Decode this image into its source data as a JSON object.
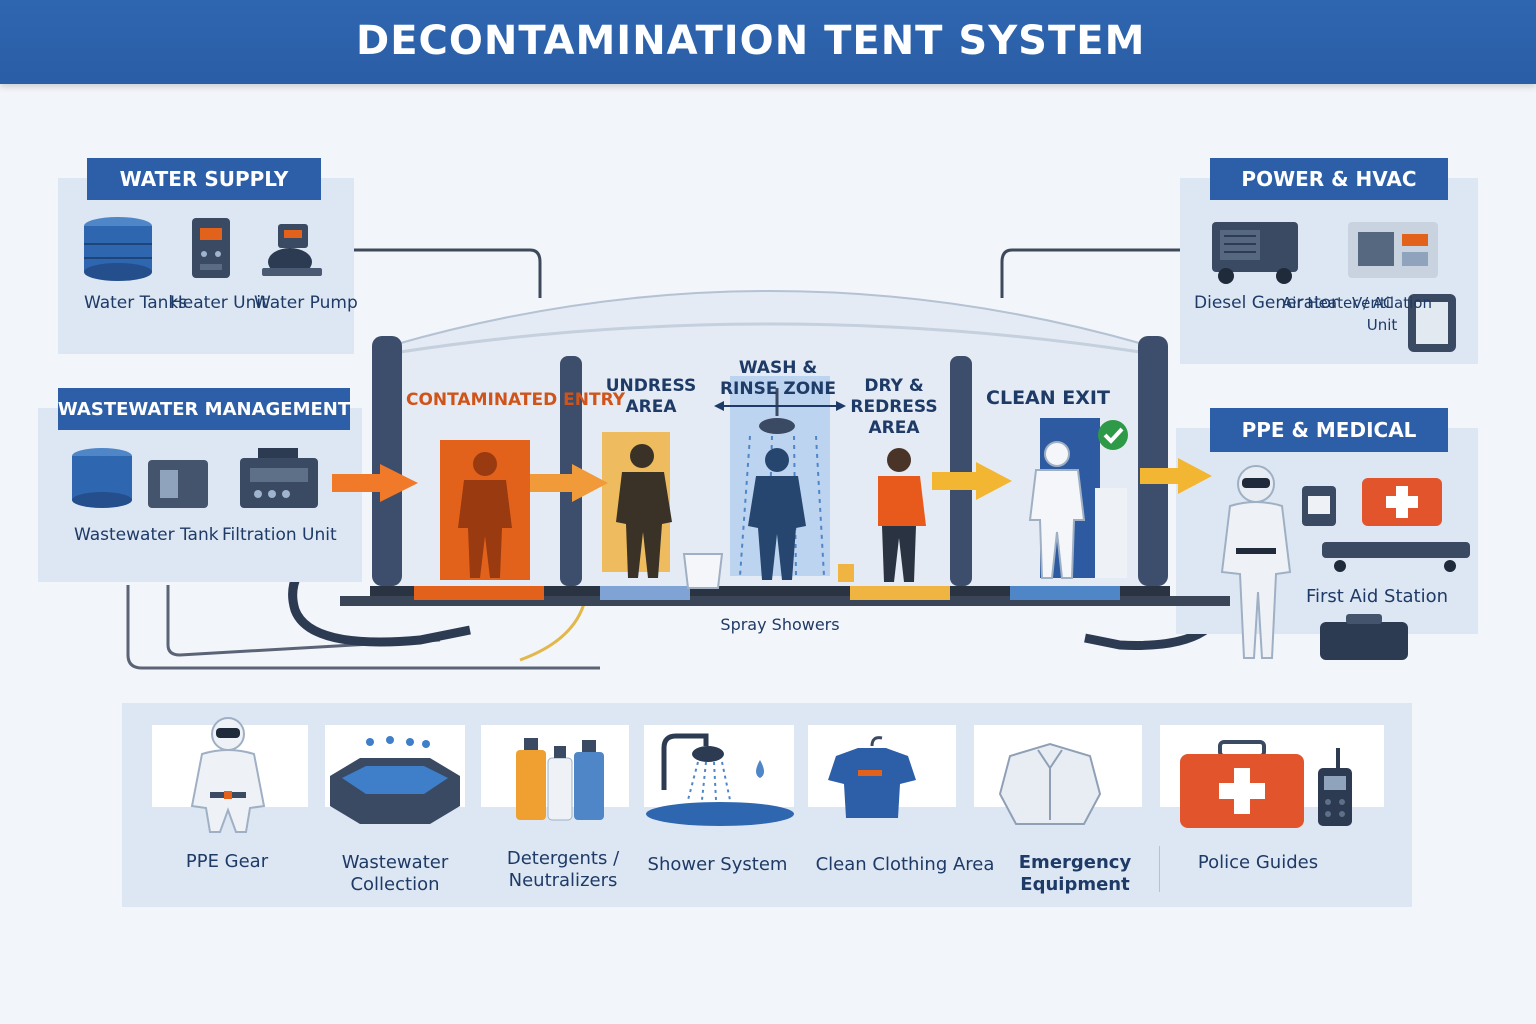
{
  "title": "DECONTAMINATION TENT SYSTEM",
  "panels": {
    "water_supply": {
      "header": "WATER SUPPLY",
      "items": [
        "Water Tanks",
        "Heater Unit",
        "Water Pump"
      ]
    },
    "wastewater": {
      "header": "WASTEWATER MANAGEMENT",
      "items": [
        "Wastewater Tank",
        "Filtration Unit"
      ]
    },
    "power": {
      "header": "POWER & HVAC",
      "items": [
        "Diesel Generator",
        "Air Heater / AC",
        "Ventilation Unit"
      ]
    },
    "ppe_medical": {
      "header": "PPE & MEDICAL",
      "items": [
        "First Aid Station"
      ]
    }
  },
  "zones": [
    "CONTAMINATED ENTRY",
    "UNDRESS AREA",
    "WASH & RINSE ZONE",
    "DRY & REDRESS AREA",
    "CLEAN EXIT"
  ],
  "spray_label": "Spray Showers",
  "bottom_items": [
    "PPE Gear",
    "Wastewater Collection",
    "Detergents / Neutralizers",
    "Shower System",
    "Clean Clothing Area",
    "Emergency Equipment",
    "Police Guides"
  ],
  "colors": {
    "header_blue": "#2c5fa8",
    "panel_bg": "#dde7f3",
    "entry_orange": "#e2621b",
    "arrow_orange": "#f07a2a",
    "arrow_yellow": "#f2b632",
    "check_green": "#2e9a48"
  }
}
